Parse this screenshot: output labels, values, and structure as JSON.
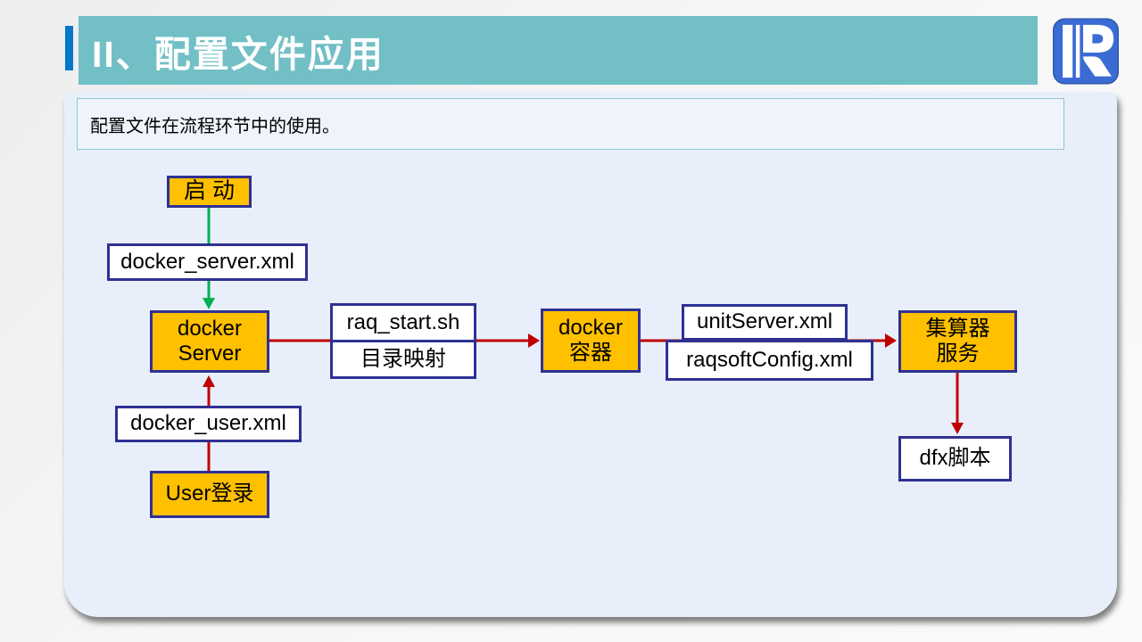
{
  "header": {
    "title": "II、配置文件应用"
  },
  "icons": {
    "logo": "raqsoft-r-logo"
  },
  "intro": {
    "text": "配置文件在流程环节中的使用。"
  },
  "flow": {
    "start": {
      "label": "启 动"
    },
    "dockerServerXml": {
      "label": "docker_server.xml"
    },
    "dockerServer": {
      "line1": "docker",
      "line2": "Server"
    },
    "raqStart": {
      "line1": "raq_start.sh",
      "line2": "目录映射"
    },
    "dockerContainer": {
      "line1": "docker",
      "line2": "容器"
    },
    "unitServerXml": {
      "label": "unitServer.xml"
    },
    "raqsoftConfigXml": {
      "label": "raqsoftConfig.xml"
    },
    "esprocService": {
      "line1": "集算器",
      "line2": "服务"
    },
    "dfxScript": {
      "label": "dfx脚本"
    },
    "dockerUserXml": {
      "label": "docker_user.xml"
    },
    "userLogin": {
      "label": "User登录"
    }
  },
  "colors": {
    "header_bg": "#72BFC6",
    "accent_bar": "#0277CC",
    "card_bg": "#E8EFFB",
    "intro_border": "#90C8D0",
    "node_fill": "#FFC000",
    "node_border": "#2E3192",
    "file_fill": "#FFFFFF",
    "arrow_red": "#C00000",
    "arrow_green": "#00B050",
    "logo_blue": "#3B6CD4"
  }
}
